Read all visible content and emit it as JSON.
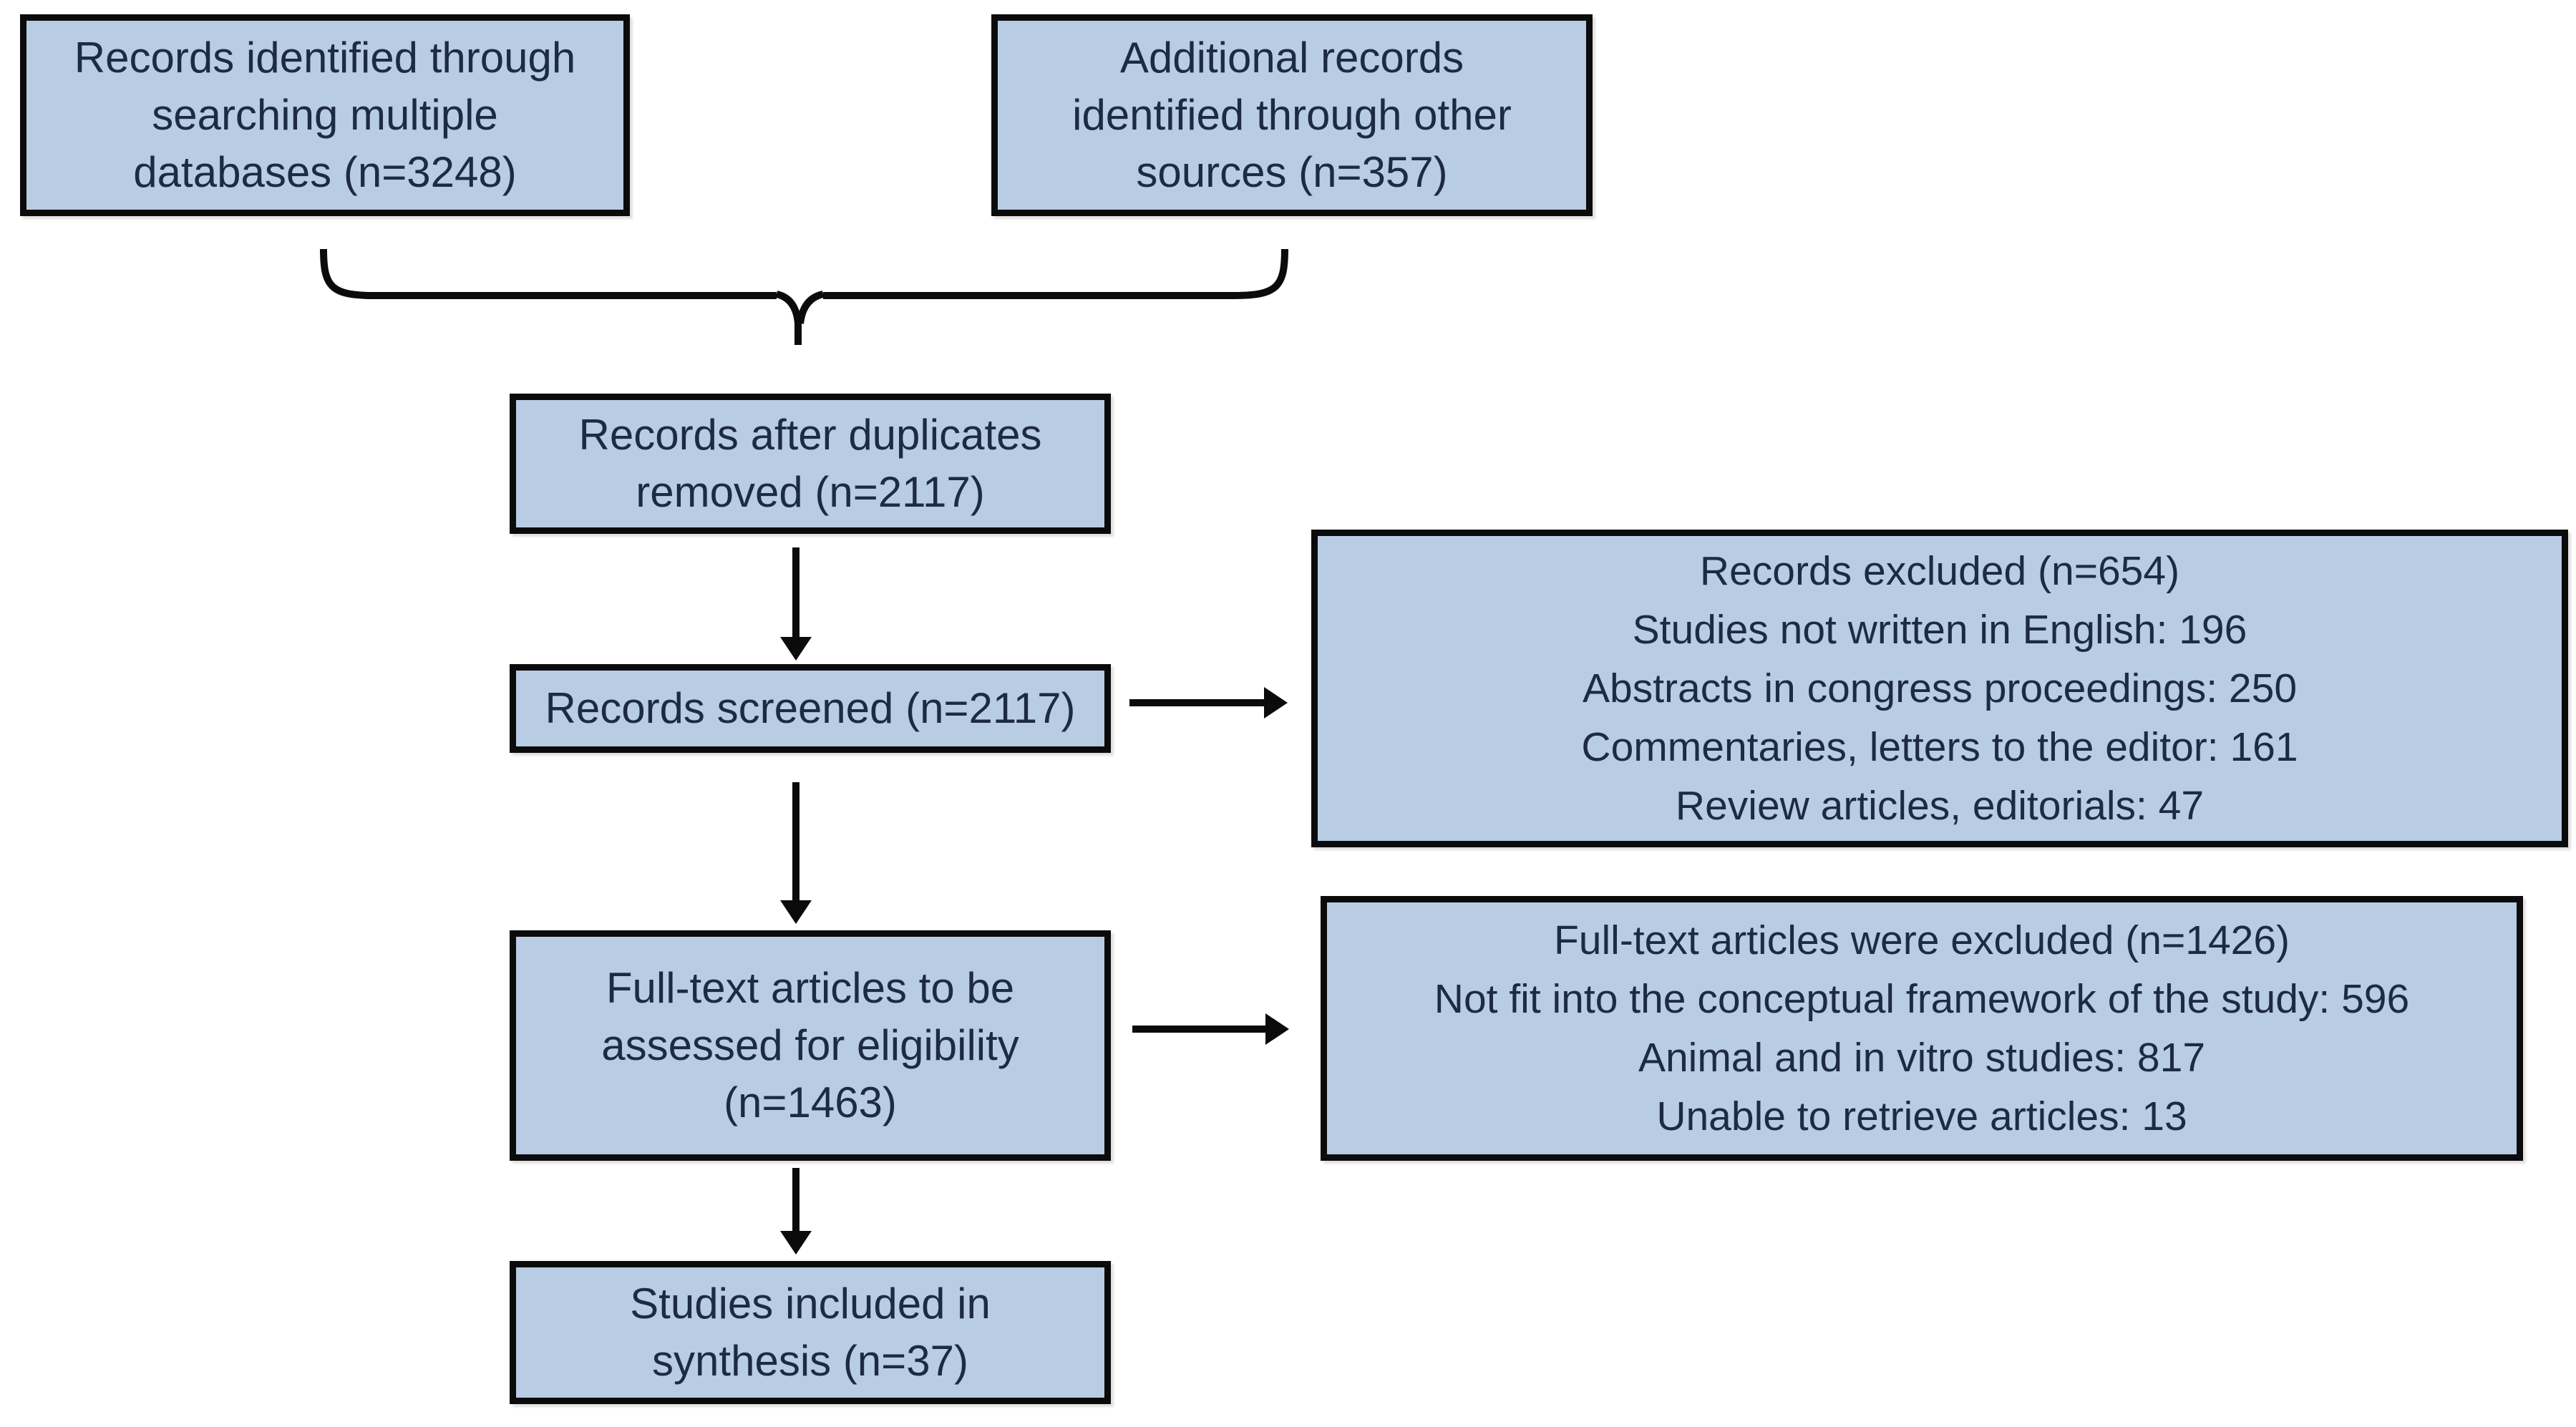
{
  "colors": {
    "box_fill": "#b8cce4",
    "box_border": "#0b0b0b",
    "text_color": "#1d2b42",
    "arrow_color": "#0b0b0b",
    "canvas_bg": "#ffffff"
  },
  "boxes": {
    "identified": {
      "lines": [
        "Records identified through",
        "searching multiple",
        "databases (n=3248)"
      ]
    },
    "additional": {
      "lines": [
        "Additional records",
        "identified through other",
        "sources (n=357)"
      ]
    },
    "deduplicated": {
      "lines": [
        "Records after duplicates",
        "removed (n=2117)"
      ]
    },
    "screened": {
      "lines": [
        "Records screened (n=2117)"
      ]
    },
    "records_excluded": {
      "title": "Records excluded (n=654)",
      "reasons": [
        "Studies not written in English: 196",
        "Abstracts in congress proceedings:  250",
        "Commentaries, letters to the editor: 161",
        "Review articles, editorials: 47"
      ]
    },
    "fulltext": {
      "lines": [
        "Full-text articles to be",
        "assessed for eligibility",
        "(n=1463)"
      ]
    },
    "fulltext_excluded": {
      "title": "Full-text articles were excluded (n=1426)",
      "reasons": [
        "Not fit into the conceptual framework of the study: 596",
        "Animal and in vitro studies: 817",
        "Unable to retrieve articles: 13"
      ]
    },
    "included": {
      "lines": [
        "Studies included in",
        "synthesis (n=37)"
      ]
    }
  }
}
